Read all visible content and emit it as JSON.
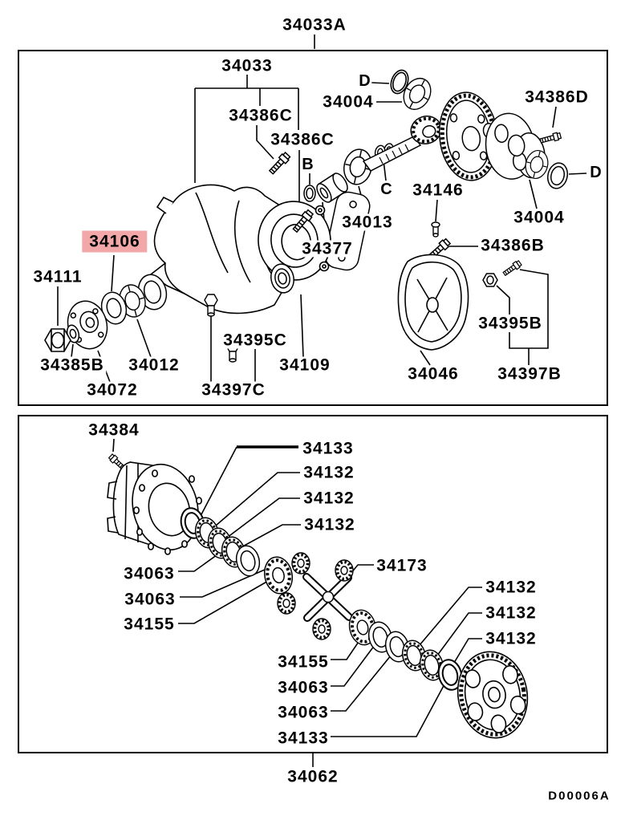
{
  "page": {
    "background": "#ffffff",
    "line_color": "#000000",
    "highlight_color": "#f2a8a8",
    "drawing_code": "D00006A"
  },
  "top_section": {
    "frame_label": "34033A",
    "labels": {
      "housing": "34033",
      "bolt_carrier_1": "34386C",
      "bolt_carrier_2": "34386C",
      "ref_b": "B",
      "ref_d_left": "D",
      "bearing_outer_left": "34004",
      "bolt_case": "34386D",
      "ref_c": "C",
      "stud_breather": "34146",
      "bearing_pinion_inner": "34013",
      "bearing_outer_right": "34004",
      "ref_d_right": "D",
      "spacer_pinion": "34377",
      "washer_selected": "34106",
      "nut_pinion": "34111",
      "washer_flange": "34385B",
      "bearing_pinion_front": "34012",
      "flange_companion": "34072",
      "plug_upper": "34395C",
      "seal_side": "34109",
      "plug_set": "34397C",
      "bolt_cover": "34386B",
      "plug_cover": "34395B",
      "cover_rear": "34046",
      "plug_cover_set": "34397B"
    }
  },
  "bottom_section": {
    "frame_label": "34062",
    "labels": {
      "bolt_lock": "34384",
      "washer_end_left": "34133",
      "shim_1": "34132",
      "shim_2": "34132",
      "shim_3": "34132",
      "washer_thrust_1": "34063",
      "washer_thrust_2": "34063",
      "gear_side_left": "34155",
      "shaft_cross": "34173",
      "shim_4": "34132",
      "shim_5": "34132",
      "shim_6": "34132",
      "gear_side_right": "34155",
      "washer_thrust_3": "34063",
      "washer_thrust_4": "34063",
      "washer_end_right": "34133"
    }
  }
}
